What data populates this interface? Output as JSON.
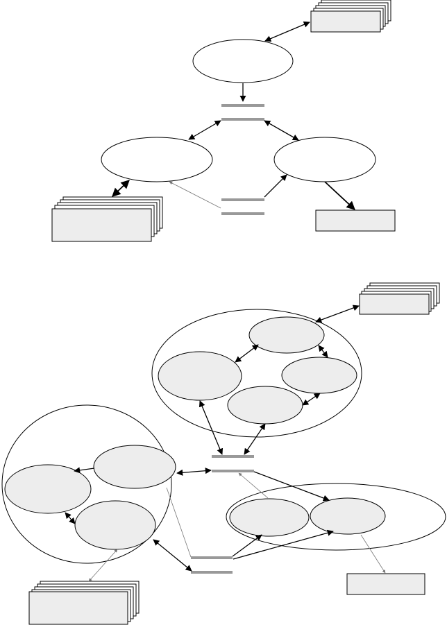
{
  "diagram": {
    "top_section": {
      "external_stack": "stacked-boxes",
      "central_node": "ellipse",
      "store": "datastore-bars",
      "left_node": "ellipse",
      "right_node": "ellipse",
      "lower_store": "datastore-bars",
      "left_stack": "stacked-boxes",
      "right_box": "box"
    },
    "bottom_section": {
      "top_cluster": {
        "nodes": 4
      },
      "left_cluster": {
        "nodes": 3
      },
      "right_cluster": {
        "nodes": 2
      }
    },
    "colors": {
      "node_fill": "#ededed",
      "store_bar": "#999999",
      "stroke": "#000000"
    }
  }
}
